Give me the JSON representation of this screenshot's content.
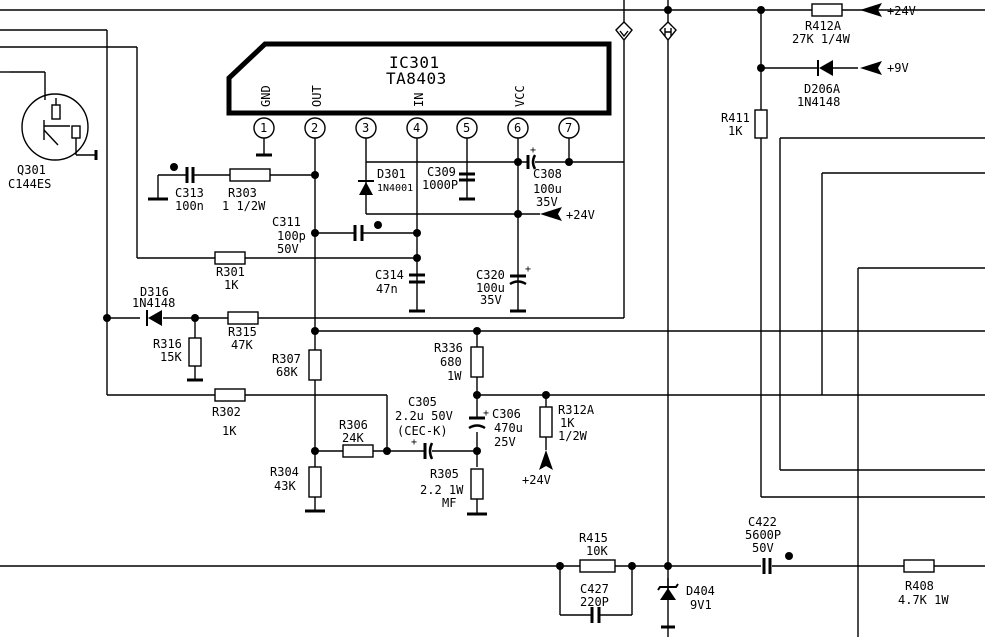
{
  "ic": {
    "ref": "IC301",
    "part": "TA8403"
  },
  "pins": [
    {
      "num": "1",
      "name": "GND"
    },
    {
      "num": "2",
      "name": "OUT"
    },
    {
      "num": "3",
      "name": ""
    },
    {
      "num": "4",
      "name": "IN"
    },
    {
      "num": "5",
      "name": ""
    },
    {
      "num": "6",
      "name": "VCC"
    },
    {
      "num": "7",
      "name": ""
    }
  ],
  "connectors": {
    "v": "V",
    "h": "H"
  },
  "supplies": {
    "plus24": "+24V",
    "plus9": "+9V"
  },
  "parts": {
    "q301": {
      "ref": "Q301",
      "val": "C144ES"
    },
    "c313": {
      "ref": "C313",
      "val": "100n"
    },
    "r303": {
      "ref": "R303",
      "val": "1 1/2W"
    },
    "c311": {
      "ref": "C311",
      "val": "100p",
      "rating": "50V"
    },
    "d301": {
      "ref": "D301",
      "val": "1N4001"
    },
    "c309": {
      "ref": "C309",
      "val": "1000P"
    },
    "c308": {
      "ref": "C308",
      "val": "100u",
      "rating": "35V"
    },
    "r301": {
      "ref": "R301",
      "val": "1K"
    },
    "c314": {
      "ref": "C314",
      "val": "47n"
    },
    "c320": {
      "ref": "C320",
      "val": "100u",
      "rating": "35V"
    },
    "d316": {
      "ref": "D316",
      "val": "1N4148"
    },
    "r315": {
      "ref": "R315",
      "val": "47K"
    },
    "r316": {
      "ref": "R316",
      "val": "15K"
    },
    "r307": {
      "ref": "R307",
      "val": "68K"
    },
    "r336": {
      "ref": "R336",
      "val": "680",
      "rating": "1W"
    },
    "r302": {
      "ref": "R302",
      "val": "1K"
    },
    "c305": {
      "ref": "C305",
      "val": "2.2u  50V",
      "note": "(CEC-K)"
    },
    "c306": {
      "ref": "C306",
      "val": "470u",
      "rating": "25V"
    },
    "r312a": {
      "ref": "R312A",
      "val": "1K",
      "rating": "1/2W"
    },
    "r306": {
      "ref": "R306",
      "val": "24K"
    },
    "r304": {
      "ref": "R304",
      "val": "43K"
    },
    "r305": {
      "ref": "R305",
      "val": "2.2  1W",
      "note": "MF"
    },
    "r412a": {
      "ref": "R412A",
      "val": "27K 1/4W"
    },
    "d206a": {
      "ref": "D206A",
      "val": "1N4148"
    },
    "r411": {
      "ref": "R411",
      "val": "1K"
    },
    "r415": {
      "ref": "R415",
      "val": "10K"
    },
    "c427": {
      "ref": "C427",
      "val": "220P"
    },
    "d404": {
      "ref": "D404",
      "val": "9V1"
    },
    "c422": {
      "ref": "C422",
      "val": "5600P",
      "rating": "50V"
    },
    "r408": {
      "ref": "R408",
      "val": "4.7K  1W"
    }
  }
}
